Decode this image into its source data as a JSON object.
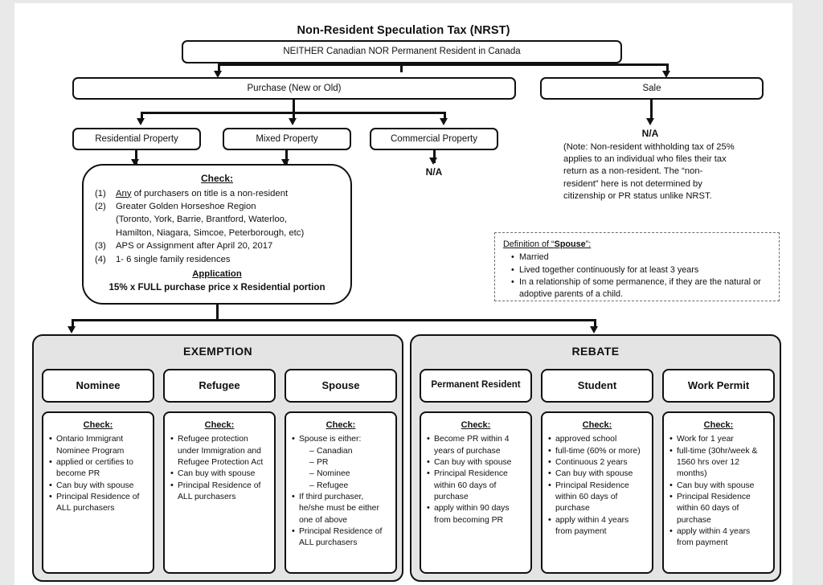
{
  "document": {
    "title": "Non-Resident Speculation Tax (NRST)"
  },
  "flow": {
    "root": "NEITHER Canadian NOR Permanent Resident in Canada",
    "purchase": "Purchase (New or Old)",
    "sale": "Sale",
    "property_types": [
      "Residential Property",
      "Mixed Property",
      "Commercial Property"
    ],
    "commercial_result": "N/A",
    "sale_result": "N/A",
    "sale_note": "(Note: Non-resident withholding tax of 25% applies to an individual who files their tax return as a non-resident. The “non-resident” here is not determined by citizenship or PR status unlike NRST."
  },
  "check_main": {
    "heading": "Check:",
    "items": [
      {
        "num": "(1)",
        "lead": "Any",
        "text": " of purchasers on title is a non-resident",
        "extra": []
      },
      {
        "num": "(2)",
        "lead": "",
        "text": "Greater Golden Horseshoe Region",
        "extra": [
          "(Toronto, York, Barrie, Brantford, Waterloo,",
          "Hamilton, Niagara, Simcoe, Peterborough, etc)"
        ]
      },
      {
        "num": "(3)",
        "lead": "",
        "text": "APS or Assignment after April 20, 2017",
        "extra": []
      },
      {
        "num": "(4)",
        "lead": "",
        "text": "1- 6 single family residences",
        "extra": []
      }
    ],
    "application_label": "Application",
    "application_formula": "15% x FULL purchase price x Residential portion"
  },
  "spouse_definition": {
    "heading_pre": "Definition of “",
    "heading_term": "Spouse",
    "heading_post": "”:",
    "bullets": [
      "Married",
      "Lived together continuously for at least 3 years",
      "In a relationship of some permanence, if they are the natural or adoptive parents of a child."
    ]
  },
  "sections": [
    {
      "name": "exemption",
      "title": "EXEMPTION",
      "categories": [
        {
          "label": "Nominee",
          "check_heading": "Check:",
          "bullets": [
            {
              "text": "Ontario Immigrant Nominee Program",
              "sub": []
            },
            {
              "text": "applied or certifies to become PR",
              "sub": []
            },
            {
              "text": "Can buy with spouse",
              "sub": []
            },
            {
              "text": "Principal Residence of ALL purchasers",
              "sub": []
            }
          ]
        },
        {
          "label": "Refugee",
          "check_heading": "Check:",
          "bullets": [
            {
              "text": "Refugee protection under Immigration and Refugee Protection Act",
              "sub": []
            },
            {
              "text": "Can buy with spouse",
              "sub": []
            },
            {
              "text": "Principal Residence of ALL purchasers",
              "sub": []
            }
          ]
        },
        {
          "label": "Spouse",
          "check_heading": "Check:",
          "bullets": [
            {
              "text": "Spouse is either:",
              "sub": [
                "Canadian",
                "PR",
                "Nominee",
                "Refugee"
              ]
            },
            {
              "text": "If third purchaser, he/she must be either one of above",
              "sub": []
            },
            {
              "text": "Principal Residence of ALL purchasers",
              "sub": []
            }
          ]
        }
      ]
    },
    {
      "name": "rebate",
      "title": "REBATE",
      "categories": [
        {
          "label": "Permanent Resident",
          "check_heading": "Check:",
          "bullets": [
            {
              "text": "Become PR within 4 years of purchase",
              "sub": []
            },
            {
              "text": "Can buy with spouse",
              "sub": []
            },
            {
              "text": "Principal Residence within 60 days of purchase",
              "sub": []
            },
            {
              "text": "apply within 90 days from becoming PR",
              "sub": []
            }
          ]
        },
        {
          "label": "Student",
          "check_heading": "Check:",
          "bullets": [
            {
              "text": "approved school",
              "sub": []
            },
            {
              "text": "full-time (60% or more)",
              "sub": []
            },
            {
              "text": "Continuous 2 years",
              "sub": []
            },
            {
              "text": "Can buy with spouse",
              "sub": []
            },
            {
              "text": "Principal Residence within 60 days of purchase",
              "sub": []
            },
            {
              "text": "apply within 4 years from payment",
              "sub": []
            }
          ]
        },
        {
          "label": "Work Permit",
          "check_heading": "Check:",
          "bullets": [
            {
              "text": "Work for 1 year",
              "sub": []
            },
            {
              "text": "full-time (30hr/week & 1560 hrs over 12 months)",
              "sub": []
            },
            {
              "text": "Can buy with spouse",
              "sub": []
            },
            {
              "text": "Principal Residence within 60 days of purchase",
              "sub": []
            },
            {
              "text": "apply within 4 years from payment",
              "sub": []
            }
          ]
        }
      ]
    }
  ],
  "colors": {
    "page_background": "#e9e9e9",
    "sheet": "#ffffff",
    "line": "#111111",
    "panel_fill": "#e4e4e4",
    "dashed_border": "#6e6e6e"
  }
}
